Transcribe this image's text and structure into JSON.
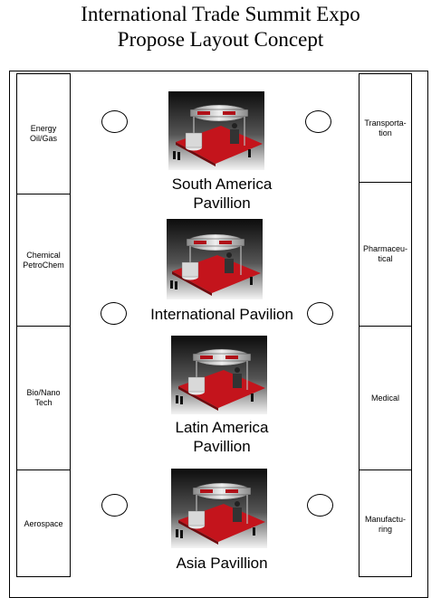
{
  "title": {
    "line1": "International Trade Summit Expo",
    "line2": "Propose Layout Concept"
  },
  "left_booths": [
    {
      "label": "Energy\nOil/Gas"
    },
    {
      "label": "Chemical\nPetroChem"
    },
    {
      "label": "Bio/Nano\nTech"
    },
    {
      "label": "Aerospace"
    }
  ],
  "right_booths": [
    {
      "label": "Transporta-\ntion"
    },
    {
      "label": "Pharmaceu-\ntical"
    },
    {
      "label": "Medical"
    },
    {
      "label": "Manufactu-\nring"
    }
  ],
  "pavilions": [
    {
      "label": "South America\nPavillion"
    },
    {
      "label": "International Pavilion"
    },
    {
      "label": "Latin America\nPavillion"
    },
    {
      "label": "Asia Pavillion"
    }
  ],
  "colors": {
    "carpet": "#c4141c",
    "truss": "#d8d8d8",
    "background": "#ffffff"
  }
}
